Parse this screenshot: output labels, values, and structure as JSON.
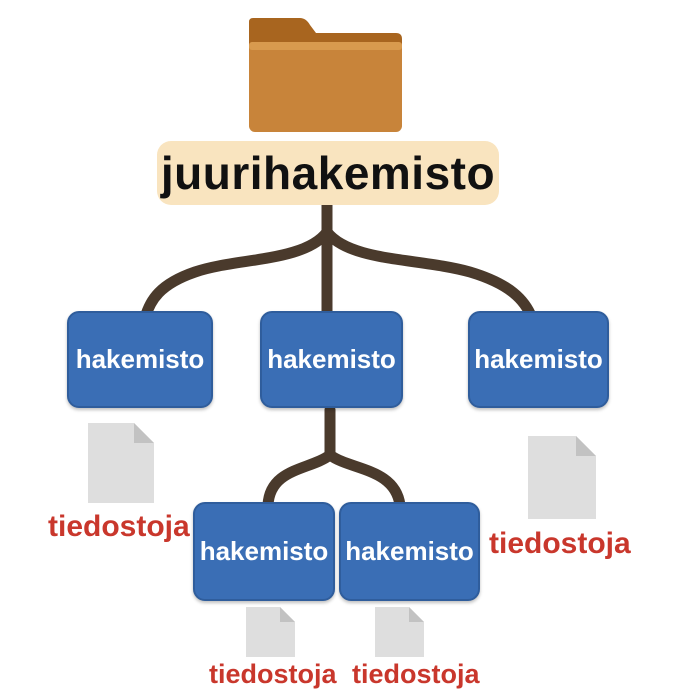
{
  "root": {
    "label": "juurihakemisto",
    "icon": "folder-icon"
  },
  "directories": [
    {
      "id": "dir-left",
      "label": "hakemisto"
    },
    {
      "id": "dir-center",
      "label": "hakemisto"
    },
    {
      "id": "dir-right",
      "label": "hakemisto"
    },
    {
      "id": "dir-sub-left",
      "label": "hakemisto"
    },
    {
      "id": "dir-sub-right",
      "label": "hakemisto"
    }
  ],
  "file_groups": [
    {
      "label": "tiedostoja",
      "icon": "file-icon"
    },
    {
      "label": "tiedostoja",
      "icon": "file-icon"
    },
    {
      "label": "tiedostoja",
      "icon": "file-icon"
    },
    {
      "label": "tiedostoja",
      "icon": "file-icon"
    }
  ],
  "colors": {
    "branch": "#4a3a2c",
    "directory_fill": "#3a6eb5",
    "root_label_fill": "#f9e4bf",
    "folder": "#c8843a",
    "file_label": "#c9372c",
    "file_icon": "#dcdcdc"
  }
}
